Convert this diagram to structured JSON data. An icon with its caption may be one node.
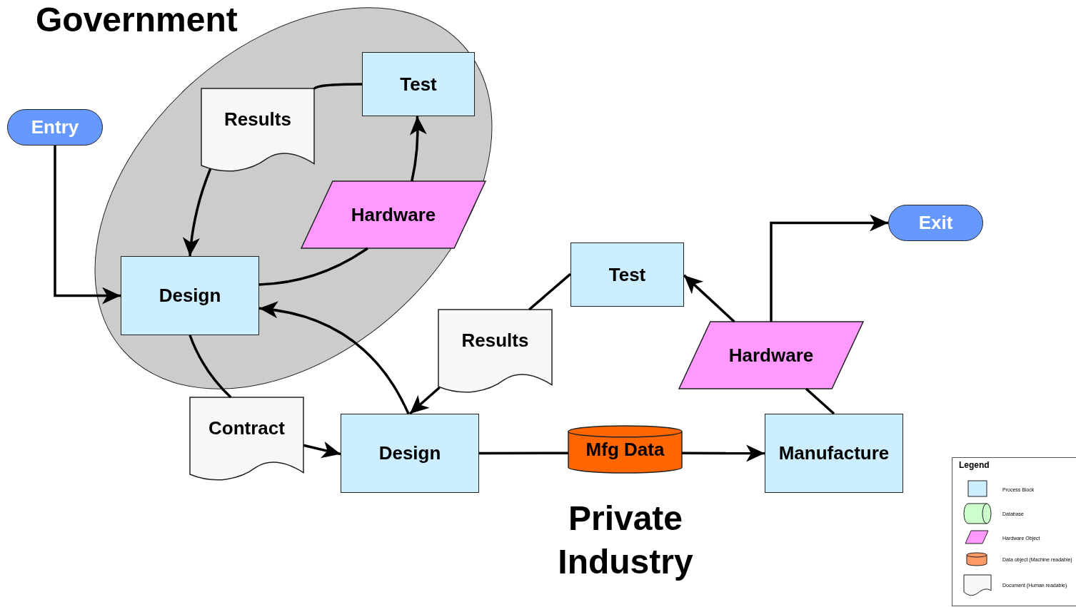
{
  "diagram": {
    "nodes": [
      {
        "text": [
          "Government"
        ]
      },
      {
        "text": [
          "Entry"
        ]
      },
      {
        "text": [
          "Results"
        ],
        "in": 0
      },
      {
        "text": [
          "Test"
        ],
        "in": 0
      },
      {
        "text": [
          "Hardware"
        ],
        "in": 0
      },
      {
        "text": [
          "Design"
        ],
        "in": 0
      },
      {
        "text": [
          "Contract"
        ]
      },
      {
        "text": [
          "Design"
        ]
      },
      {
        "text": [
          "Results"
        ]
      },
      {
        "text": [
          "Test"
        ]
      },
      {
        "text": [
          "Hardware"
        ]
      },
      {
        "text": [
          "Exit"
        ]
      },
      {
        "text": [
          "Mfg Data"
        ]
      },
      {
        "text": [
          "Manufacture"
        ]
      }
    ],
    "edges": [
      {
        "from": 1,
        "to": 5,
        "arrow": "to"
      },
      {
        "from": 3,
        "to": 2,
        "arrow": "none"
      },
      {
        "from": 2,
        "to": 5,
        "arrow": "to"
      },
      {
        "from": 5,
        "to": 4,
        "arrow": "none"
      },
      {
        "from": 4,
        "to": 3,
        "arrow": "to"
      },
      {
        "from": 5,
        "to": 6,
        "arrow": "none"
      },
      {
        "from": 6,
        "to": 7,
        "arrow": "to"
      },
      {
        "from": 7,
        "to": 5,
        "arrow": "to"
      },
      {
        "from": 8,
        "to": 7,
        "arrow": "to"
      },
      {
        "from": 9,
        "to": 8,
        "arrow": "none"
      },
      {
        "from": 10,
        "to": 9,
        "arrow": "to"
      },
      {
        "from": 10,
        "to": 11,
        "arrow": "to"
      },
      {
        "from": 13,
        "to": 10,
        "arrow": "none"
      },
      {
        "from": 7,
        "to": 12,
        "arrow": "none"
      },
      {
        "from": 12,
        "to": 13,
        "arrow": "to"
      }
    ],
    "labels": [
      "Private Industry",
      "Legend"
    ],
    "legend": [
      {
        "text": "Process Block",
        "color": "#cceeff"
      },
      {
        "text": "Database",
        "color": "#ccffcc"
      },
      {
        "text": "Hardware Object",
        "color": "#ff99ff"
      },
      {
        "text": "Data object (Machine readable)",
        "color": "#ff9966"
      },
      {
        "text": "Document (Human readable)",
        "color": "#f7f7f7"
      }
    ]
  }
}
